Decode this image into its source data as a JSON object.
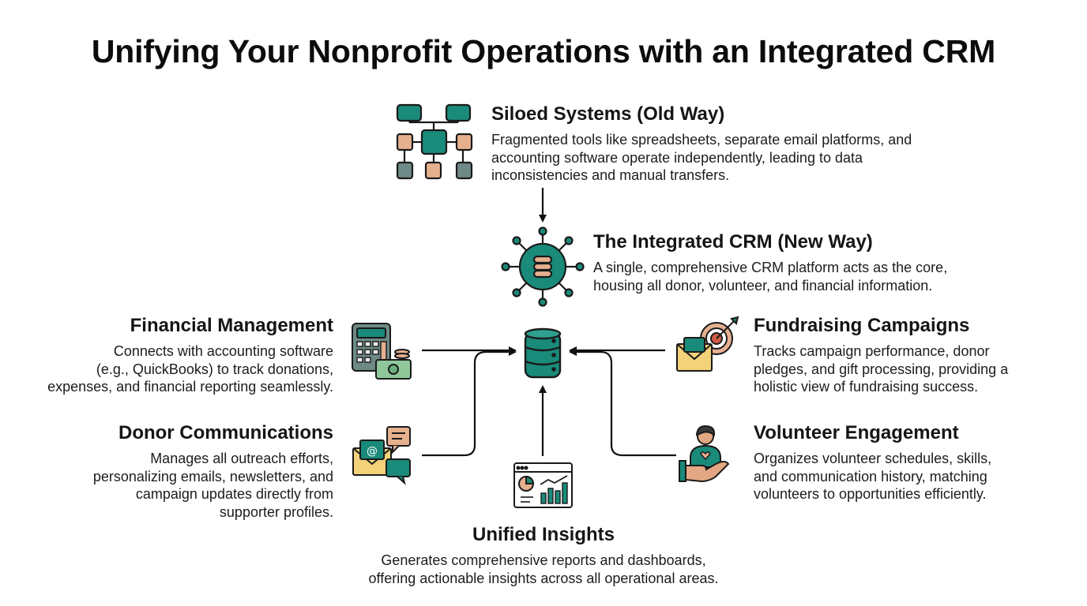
{
  "title": "Unifying Your Nonprofit Operations with an Integrated CRM",
  "sections": {
    "siloed": {
      "heading": "Siloed Systems (Old Way)",
      "lines": [
        "Fragmented tools like spreadsheets, separate email platforms, and",
        "accounting software operate independently, leading to data",
        "inconsistencies and manual transfers."
      ],
      "icon": "network-boxes-icon"
    },
    "integrated": {
      "heading": "The Integrated CRM (New Way)",
      "lines": [
        "A single, comprehensive CRM platform acts as the core,",
        "housing all donor, volunteer, and financial information."
      ],
      "icon": "database-hub-icon"
    },
    "financial": {
      "heading": "Financial Management",
      "lines": [
        "Connects with accounting software",
        "(e.g., QuickBooks) to track donations,",
        "expenses, and financial reporting seamlessly."
      ],
      "icon": "calculator-cash-icon"
    },
    "fundraising": {
      "heading": "Fundraising Campaigns",
      "lines": [
        "Tracks campaign performance, donor",
        "pledges, and gift processing, providing a",
        "holistic view of fundraising success."
      ],
      "icon": "target-envelope-icon"
    },
    "donor": {
      "heading": "Donor Communications",
      "lines": [
        "Manages all outreach efforts,",
        "personalizing emails, newsletters, and",
        "campaign updates directly from",
        "supporter profiles."
      ],
      "icon": "email-chat-icon"
    },
    "volunteer": {
      "heading": "Volunteer Engagement",
      "lines": [
        "Organizes volunteer schedules, skills,",
        "and communication history, matching",
        "volunteers to opportunities efficiently."
      ],
      "icon": "volunteer-hand-icon"
    },
    "insights": {
      "heading": "Unified Insights",
      "lines": [
        "Generates comprehensive reports and dashboards,",
        "offering actionable insights across all operational areas."
      ],
      "icon": "dashboard-chart-icon"
    }
  },
  "colors": {
    "teal": "#1a8a7a",
    "teal_light": "#2ea08d",
    "peach": "#e6b08f",
    "slate": "#6f8a86",
    "green_cash": "#8fc79a",
    "envelope": "#f4d27a",
    "target_red": "#d25a48",
    "skin": "#e3a883",
    "hair": "#3a3a3a",
    "stroke": "#1a1a1a"
  }
}
